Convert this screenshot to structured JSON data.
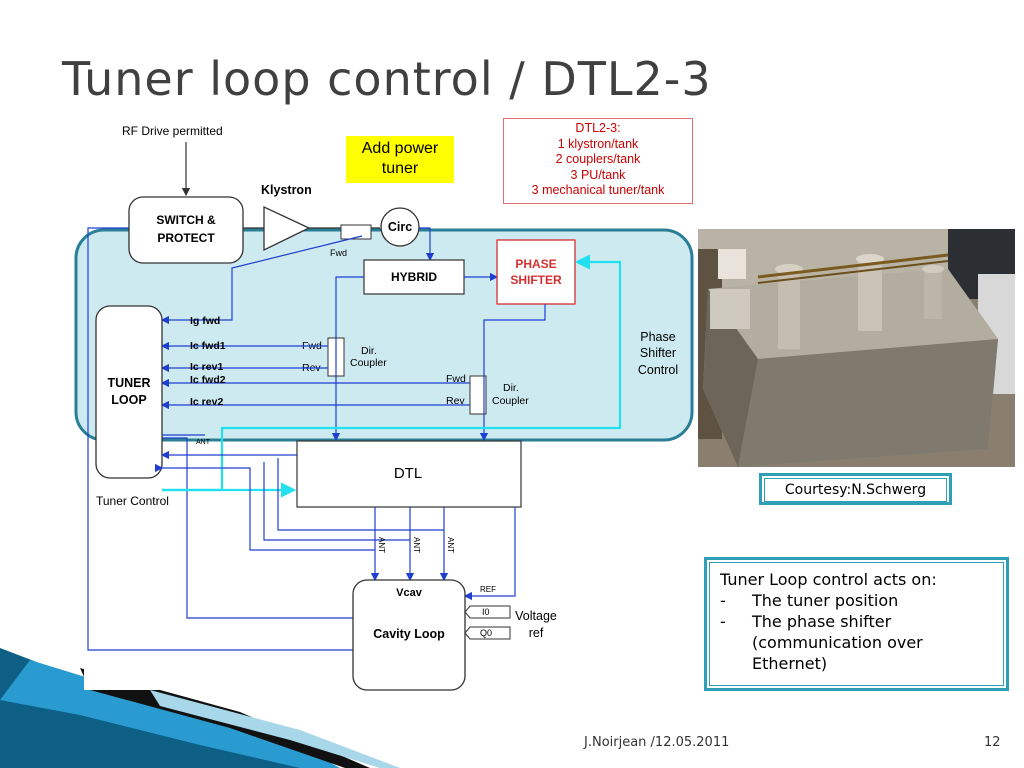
{
  "slide": {
    "title": "Tuner loop control / DTL2-3",
    "footer_author_date": "J.Noirjean /12.05.2011",
    "page_number": "12"
  },
  "diagram": {
    "rf_drive": "RF Drive permitted",
    "switch_line1": "SWITCH &",
    "switch_line2": "PROTECT",
    "klystron": "Klystron",
    "circ": "Circ",
    "fwd_top": "Fwd",
    "hybrid": "HYBRID",
    "phase_line1": "PHASE",
    "phase_line2": "SHIFTER",
    "add_power_line1": "Add power",
    "add_power_line2": "tuner",
    "note_lines": [
      "DTL2-3:",
      "1 klystron/tank",
      "2 couplers/tank",
      "3 PU/tank",
      "3 mechanical tuner/tank"
    ],
    "ig_fwd": "Ig fwd",
    "ic_fwd1": "Ic fwd1",
    "ic_rev1": "Ic rev1",
    "ic_fwd2": "Ic fwd2",
    "ic_rev2": "Ic rev2",
    "tuner_loop_line1": "TUNER",
    "tuner_loop_line2": "LOOP",
    "fwd1": "Fwd",
    "rev1": "Rev",
    "dir_coupler_1a": "Dir.",
    "dir_coupler_1b": "Coupler",
    "fwd2": "Fwd",
    "rev2": "Rev",
    "dir_coupler_2a": "Dir.",
    "dir_coupler_2b": "Coupler",
    "phase_ctrl_1": "Phase",
    "phase_ctrl_2": "Shifter",
    "phase_ctrl_3": "Control",
    "dtl": "DTL",
    "ant_1": "ANT",
    "ant_2": "ANT",
    "ant_3": "ANT",
    "ant_small": "ANT",
    "tuner_control": "Tuner Control",
    "ref": "REF",
    "vcav": "Vcav",
    "cavity_loop": "Cavity Loop",
    "i0": "I0",
    "q0": "Q0",
    "voltage_1": "Voltage",
    "voltage_2": "ref"
  },
  "photo": {
    "courtesy": "Courtesy:N.Schwerg"
  },
  "info": {
    "intro": "Tuner Loop control acts on:",
    "bullets": [
      {
        "dash": "-",
        "text": "The tuner position"
      },
      {
        "dash": "-",
        "text": "The phase shifter (communication over Ethernet)"
      }
    ]
  },
  "colors": {
    "title": "#404040",
    "highlight_fill": "#c5e6ef",
    "highlight_border": "#2a7f96",
    "signal_blue": "#1f3fd0",
    "cyan_link": "#22e0f0",
    "note_red": "#cc0000",
    "frame_teal": "#2f9fb6"
  }
}
